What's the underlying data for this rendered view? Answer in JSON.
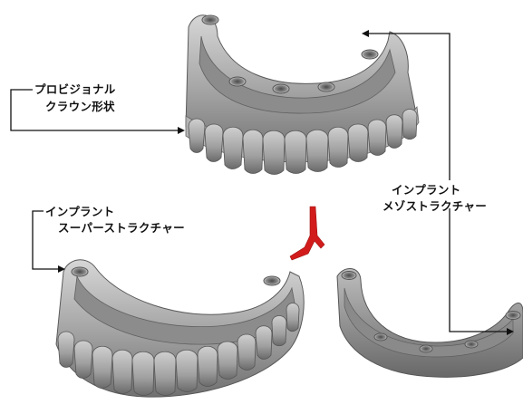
{
  "labels": {
    "provisional_crown": [
      "プロビジョナル",
      "クラウン形状"
    ],
    "implant_superstructure": [
      "インプラント",
      "スーパーストラクチャー"
    ],
    "implant_mesostructure": [
      "インプラント",
      "メゾストラクチャー"
    ]
  },
  "colors": {
    "model_body": "#9a9a9a",
    "model_highlight": "#dcdcdc",
    "model_shadow": "#5e5e5e",
    "leader_line": "#111111",
    "arrow": "#d21c1c"
  }
}
